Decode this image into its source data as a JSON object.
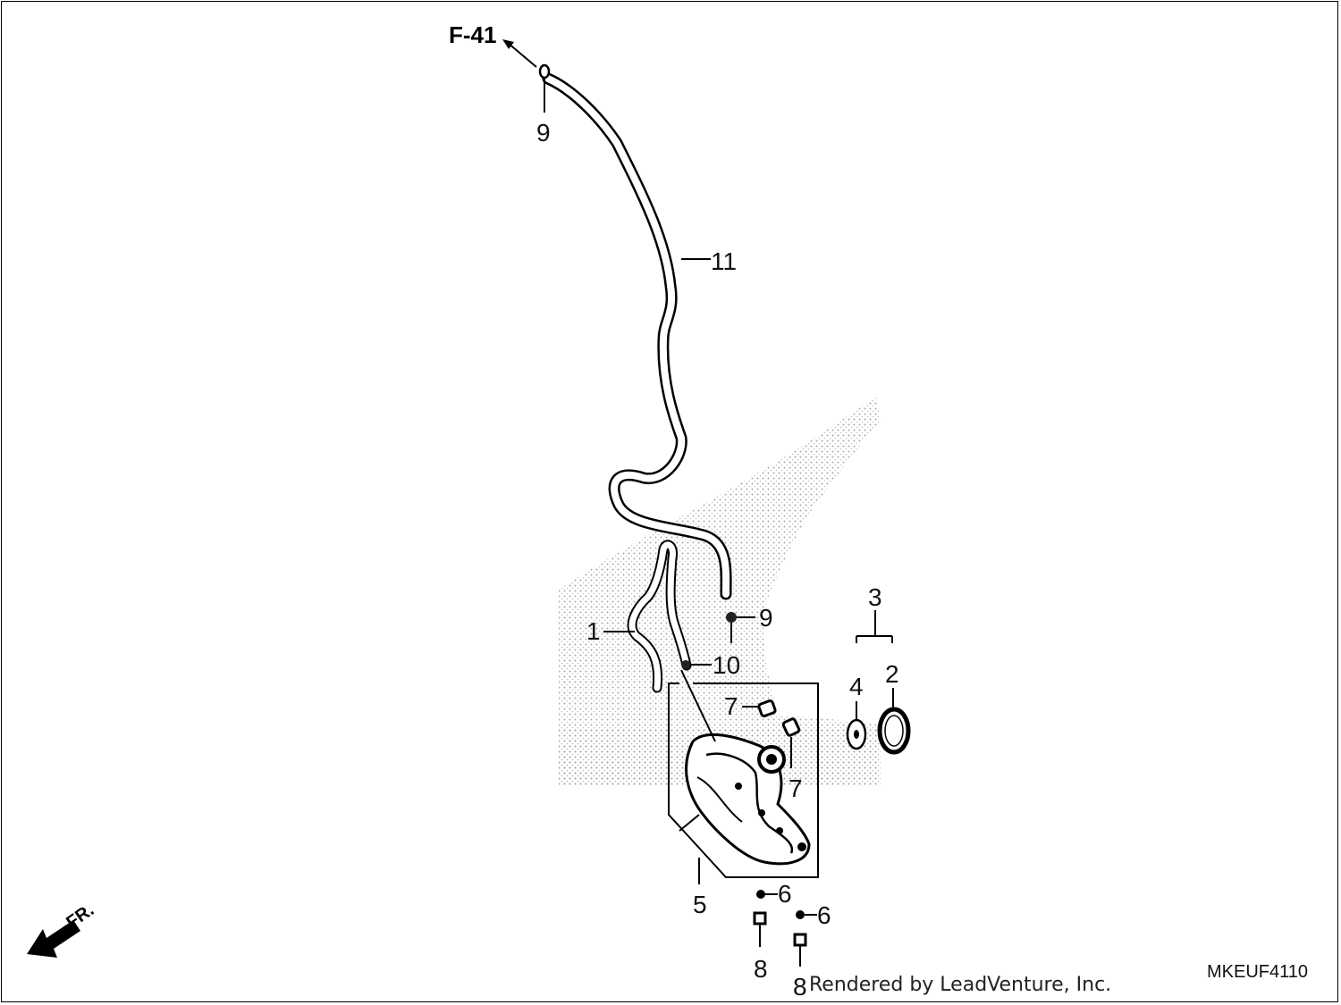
{
  "diagram": {
    "reference_label": "F-41",
    "diagram_code": "MKEUF4110",
    "direction_label": "FR.",
    "watermark": "Rendered by LeadVenture, Inc.",
    "callouts": [
      {
        "id": "c9a",
        "text": "9"
      },
      {
        "id": "c11",
        "text": "11"
      },
      {
        "id": "c9b",
        "text": "9"
      },
      {
        "id": "c1",
        "text": "1"
      },
      {
        "id": "c10",
        "text": "10"
      },
      {
        "id": "c3",
        "text": "3"
      },
      {
        "id": "c4",
        "text": "4"
      },
      {
        "id": "c2",
        "text": "2"
      },
      {
        "id": "c7a",
        "text": "7"
      },
      {
        "id": "c7b",
        "text": "7"
      },
      {
        "id": "c5",
        "text": "5"
      },
      {
        "id": "c6a",
        "text": "6"
      },
      {
        "id": "c6b",
        "text": "6"
      },
      {
        "id": "c8a",
        "text": "8"
      },
      {
        "id": "c8b",
        "text": "8"
      }
    ]
  }
}
